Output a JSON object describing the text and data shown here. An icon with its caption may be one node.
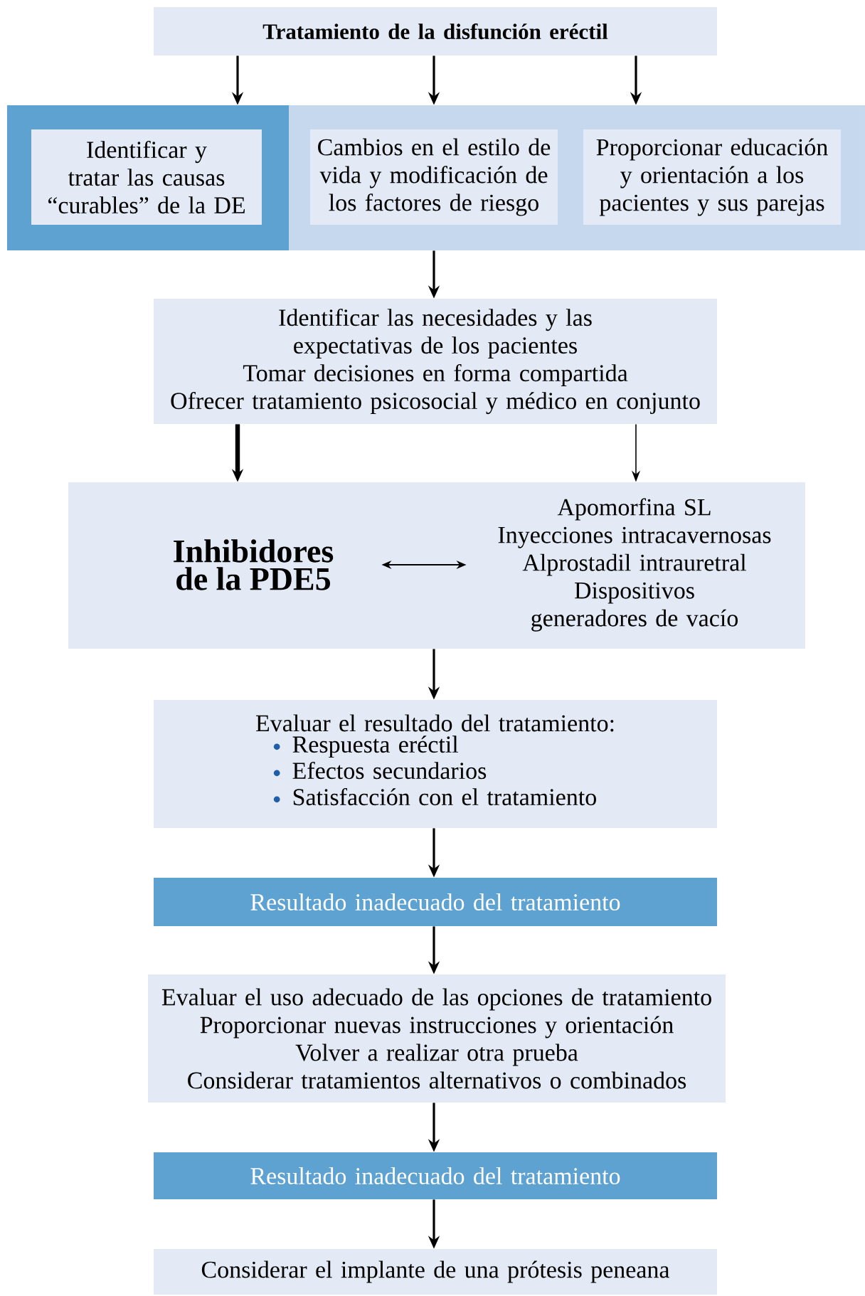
{
  "diagram": {
    "nodes": [
      {
        "text": [
          "Tratamiento de la disfunción eréctil"
        ]
      },
      {
        "text": [],
        "shape": "box"
      },
      {
        "text": [
          "Identificar y tratar las causas “curables” de la DE"
        ],
        "in": 1
      },
      {
        "text": [],
        "shape": "box"
      },
      {
        "text": [
          "Cambios en el estilo de vida y modificación de los factores de riesgo"
        ],
        "in": 3
      },
      {
        "text": [
          "Proporcionar educación y orientación a los pacientes y sus parejas"
        ],
        "in": 3
      },
      {
        "text": [
          "Identificar las necesidades y las expectativas de los pacientes",
          "Tomar decisiones en forma compartida",
          "Ofrecer tratamiento psicosocial y médico en conjunto"
        ]
      },
      {
        "text": [],
        "shape": "box"
      },
      {
        "text": [
          "Inhibidores de la PDE5"
        ],
        "in": 7
      },
      {
        "text": [
          "Apomorfina SL",
          "Inyecciones intracavernosas",
          "Alprostadil intrauretral",
          "Dispositivos generadores de vacío"
        ],
        "in": 7
      },
      {
        "text": [
          "Evaluar el resultado del tratamiento:",
          "Respuesta eréctil",
          "Efectos secundarios",
          "Satisfacción con el tratamiento"
        ]
      },
      {
        "text": [
          "Resultado inadecuado del tratamiento"
        ]
      },
      {
        "text": [
          "Evaluar el uso adecuado de las opciones de tratamiento",
          "Proporcionar nuevas instrucciones y orientación",
          "Volver a realizar otra prueba",
          "Considerar tratamientos alternativos o combinados"
        ]
      },
      {
        "text": [
          "Resultado inadecuado del tratamiento"
        ]
      },
      {
        "text": [
          "Considerar el implante de una prótesis peneana"
        ]
      }
    ],
    "edges": [
      {
        "from": 0,
        "to": 1,
        "arrow": "to"
      },
      {
        "from": 0,
        "to": 3,
        "arrow": "to"
      },
      {
        "from": 0,
        "to": 3,
        "arrow": "to"
      },
      {
        "from": 3,
        "to": 6,
        "arrow": "to"
      },
      {
        "from": 6,
        "to": 7,
        "arrow": "to",
        "style": "thick"
      },
      {
        "from": 6,
        "to": 7,
        "arrow": "to"
      },
      {
        "from": 8,
        "to": 9,
        "arrow": "both"
      },
      {
        "from": 7,
        "to": 10,
        "arrow": "to"
      },
      {
        "from": 10,
        "to": 11,
        "arrow": "to"
      },
      {
        "from": 11,
        "to": 12,
        "arrow": "to"
      },
      {
        "from": 12,
        "to": 13,
        "arrow": "to"
      },
      {
        "from": 13,
        "to": 14,
        "arrow": "to"
      }
    ]
  }
}
